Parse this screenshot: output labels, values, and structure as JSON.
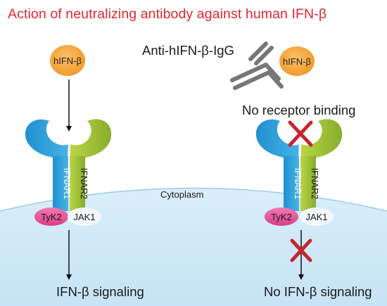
{
  "title": "Action of neutralizing antibody against human IFN-β",
  "antibody_label": "Anti-hIFN-β-IgG",
  "no_binding_label": "No receptor binding",
  "cytoplasm_label": "Cytoplasm",
  "ligand_label": "hIFN-β",
  "receptor": {
    "subunit1": "IFNAR1",
    "subunit2": "IFNAR2",
    "kinase1": "TyK2",
    "kinase2": "JAK1"
  },
  "left_outcome": "IFN-β signaling",
  "right_outcome": "No IFN-β signaling",
  "colors": {
    "title": "#e3262e",
    "ligand": "#f6a033",
    "ifnar1": "#2fa4dc",
    "ifnar2": "#9ec13a",
    "tyk2": "#e8529a",
    "cross": "#c4262e",
    "cytoplasm": "#d5ebf8",
    "membrane": "#9fcbe8"
  }
}
